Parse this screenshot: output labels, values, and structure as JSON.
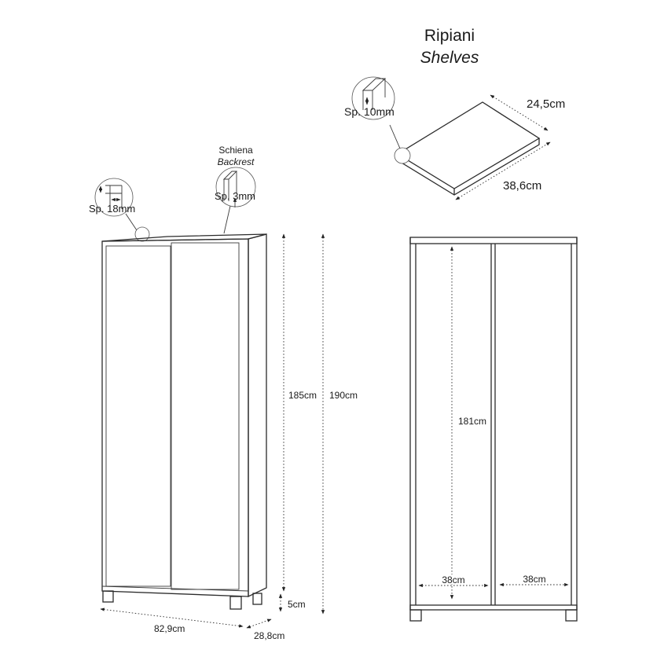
{
  "shelves": {
    "title": "Ripiani",
    "subtitle": "Shelves",
    "thickness": "Sp. 10mm",
    "depth": "24,5cm",
    "width": "38,6cm"
  },
  "backrest": {
    "title": "Schiena",
    "subtitle": "Backrest",
    "thickness": "Sp. 3mm"
  },
  "panel": {
    "thickness": "Sp. 18mm"
  },
  "front_view": {
    "height_body": "185cm",
    "height_total": "190cm",
    "feet_height": "5cm",
    "width": "82,9cm",
    "depth": "28,8cm"
  },
  "interior_view": {
    "interior_height": "181cm",
    "compartment_left_width": "38cm",
    "compartment_right_width": "38cm"
  }
}
